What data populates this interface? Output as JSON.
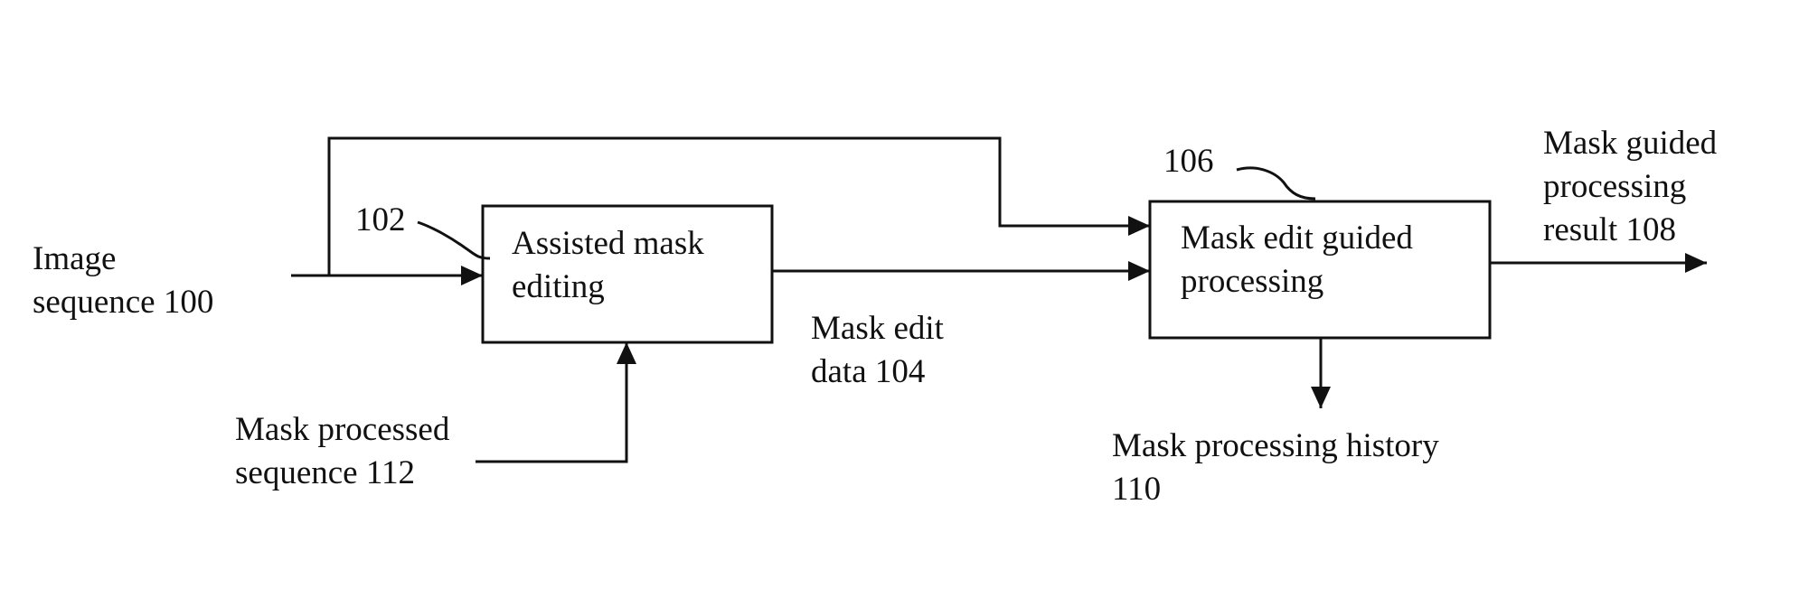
{
  "diagram": {
    "inputs": {
      "image_sequence": [
        "Image",
        "sequence 100"
      ],
      "mask_processed_sequence": [
        "Mask processed",
        "sequence 112"
      ]
    },
    "blocks": {
      "assisted_mask_editing": {
        "ref": "102",
        "lines": [
          "Assisted mask",
          "editing"
        ]
      },
      "mask_edit_guided_processing": {
        "ref": "106",
        "lines": [
          "Mask edit guided",
          "processing"
        ]
      }
    },
    "signals": {
      "mask_edit_data": [
        "Mask edit",
        "data 104"
      ],
      "mask_guided_processing_result": [
        "Mask guided",
        "processing",
        "result 108"
      ],
      "mask_processing_history": [
        "Mask processing history",
        "110"
      ]
    }
  }
}
